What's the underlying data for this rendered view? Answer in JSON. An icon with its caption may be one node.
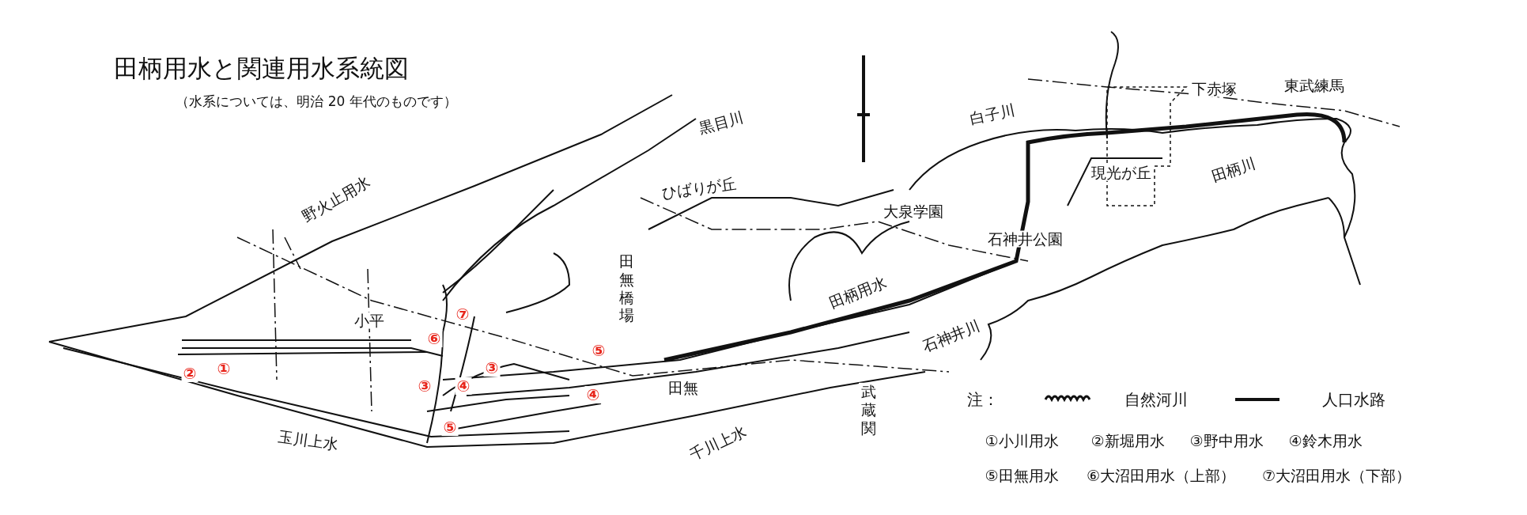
{
  "diagram": {
    "title": "田柄用水と関連用水系統図",
    "caption": "（水系については、明治 20 年代のものです）",
    "labels": [
      "下赤塚",
      "東武練馬",
      "黒目川",
      "白子川",
      "田柄川",
      "現光が丘",
      "ひばりが丘",
      "大泉学園",
      "野火止用水",
      "石神井公園",
      "田無橋場",
      "田柄用水",
      "⑦",
      "小平",
      "⑥",
      "⑤",
      "石神井川",
      "②",
      "①",
      "③",
      "③",
      "④",
      "④",
      "田無",
      "武蔵関",
      "注：",
      "⑤",
      "玉川上水",
      "千川上水",
      "①小川用水",
      "②新堀用水",
      "③野中用水",
      "④鈴木用水",
      "⑤田無用水",
      "⑥大沼田用水（上部）",
      "⑦大沼田用水（下部）"
    ],
    "legend": [
      {
        "text": "自然河川"
      },
      {
        "text": "人口水路"
      }
    ]
  }
}
